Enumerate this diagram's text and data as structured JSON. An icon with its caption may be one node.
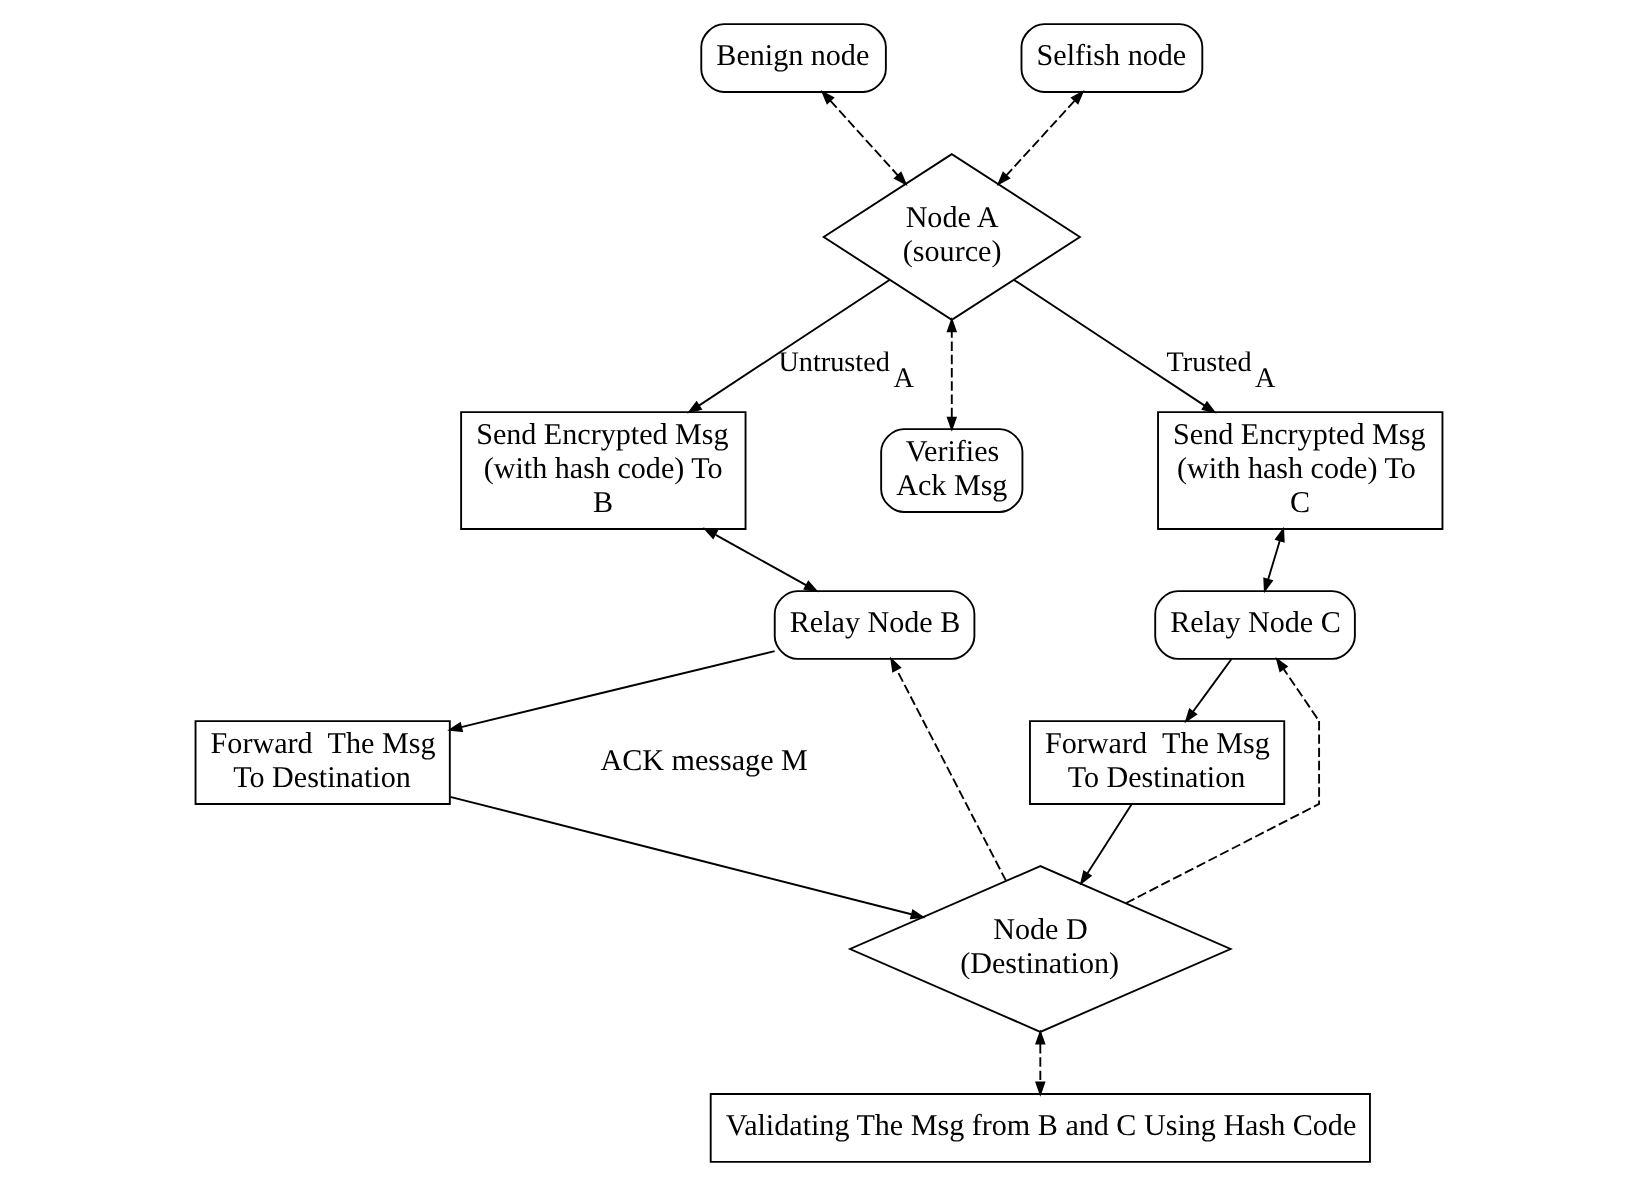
{
  "diagram": {
    "nodes": [
      {
        "text": [
          "Benign node"
        ]
      },
      {
        "text": [
          "Selfish node"
        ]
      },
      {
        "text": [
          "Node A (source)"
        ]
      },
      {
        "text": [
          "Send Encrypted Msg (with hash code) To B"
        ]
      },
      {
        "text": [
          "Verifies Ack Msg"
        ]
      },
      {
        "text": [
          "Send Encrypted Msg (with hash code) To  C"
        ]
      },
      {
        "text": [
          "Relay Node B"
        ]
      },
      {
        "text": [
          "Relay Node C"
        ]
      },
      {
        "text": [
          "Forward  The Msg To Destination"
        ]
      },
      {
        "text": [
          "Forward  The Msg To Destination"
        ]
      },
      {
        "text": [
          "Node D (Destination)"
        ]
      },
      {
        "text": [
          "Validating The Msg from B and C Using Hash Code"
        ]
      }
    ],
    "edges": [
      {
        "from": 0,
        "to": 2,
        "arrow": "both",
        "style": "dashed"
      },
      {
        "from": 1,
        "to": 2,
        "arrow": "both",
        "style": "dashed"
      },
      {
        "from": 2,
        "to": 3,
        "arrow": "to",
        "label": "Untrusted$_{A}$"
      },
      {
        "from": 2,
        "to": 5,
        "arrow": "to",
        "label": "Trusted$_{A}$"
      },
      {
        "from": 4,
        "to": 2,
        "arrow": "both",
        "style": "dashed"
      },
      {
        "from": 3,
        "to": 6,
        "arrow": "both"
      },
      {
        "from": 5,
        "to": 7,
        "arrow": "both"
      },
      {
        "from": 10,
        "to": 6,
        "arrow": "to",
        "style": "dashed"
      },
      {
        "from": 10,
        "to": 7,
        "arrow": "to",
        "style": "dashed"
      },
      {
        "from": 6,
        "to": 8,
        "arrow": "to"
      },
      {
        "from": 7,
        "to": 9,
        "arrow": "to"
      },
      {
        "from": 8,
        "to": 10,
        "arrow": "to"
      },
      {
        "from": 9,
        "to": 10,
        "arrow": "to"
      },
      {
        "from": 10,
        "to": 11,
        "arrow": "both",
        "style": "dashed"
      }
    ],
    "labels": [
      "ACK message M"
    ]
  }
}
